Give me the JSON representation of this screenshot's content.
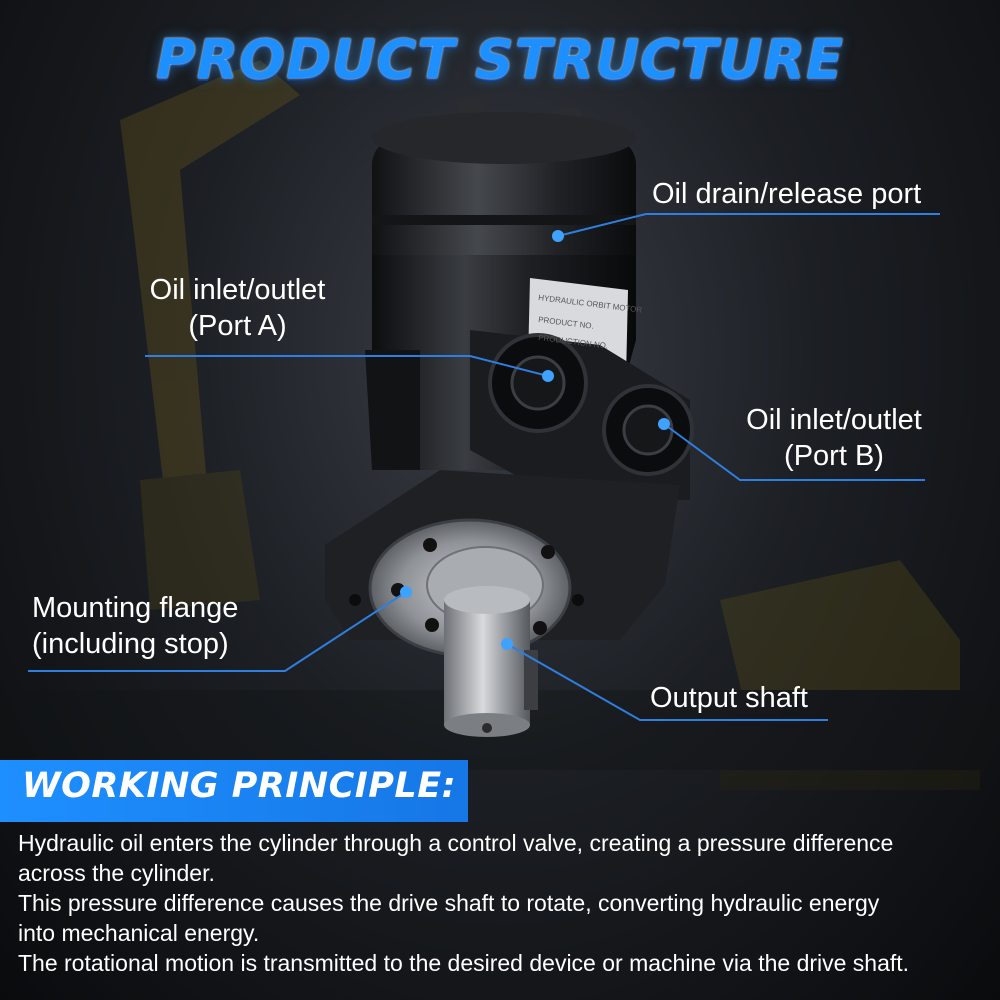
{
  "title": "PRODUCT STRUCTURE",
  "plate": {
    "line1": "HYDRAULIC ORBIT MOTOR",
    "line2": "PRODUCT NO.",
    "line3": "PRODUCTION NO."
  },
  "callouts": {
    "oil_drain": "Oil drain/release port",
    "port_a_line1": "Oil inlet/outlet",
    "port_a_line2": "(Port A)",
    "port_b_line1": "Oil inlet/outlet",
    "port_b_line2": "(Port B)",
    "flange_line1": "Mounting flange",
    "flange_line2": "(including stop)",
    "output_shaft": "Output shaft"
  },
  "working_principle": {
    "title": "WORKING PRINCIPLE:",
    "sentence1_line1": "Hydraulic oil enters the cylinder through a control valve, creating a pressure difference",
    "sentence1_line2": "across the cylinder.",
    "sentence2_line1": "This pressure difference causes the drive shaft to rotate, converting hydraulic energy",
    "sentence2_line2": "into mechanical energy.",
    "sentence3": "The rotational motion is transmitted to the desired device or machine via the drive shaft."
  },
  "colors": {
    "accent": "#1e8fff",
    "leader_line": "#2e7fe0",
    "dot": "#3fa2ff",
    "text": "#ffffff"
  }
}
